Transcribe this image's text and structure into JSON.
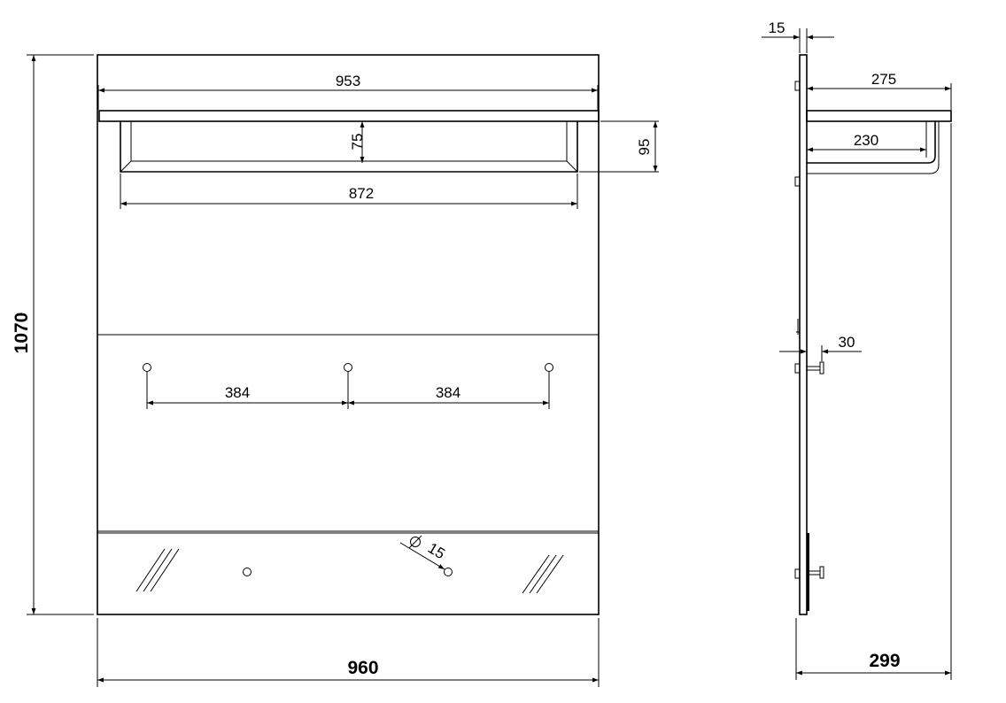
{
  "front_view": {
    "width_overall": "960",
    "height_overall": "1070",
    "shelf_length": "953",
    "rail_length": "872",
    "rail_drop": "75",
    "shelf_depth_height": "95",
    "hook_spacing_left": "384",
    "hook_spacing_right": "384",
    "hole_diameter": "15"
  },
  "side_view": {
    "panel_thickness": "15",
    "shelf_depth": "275",
    "rail_depth": "230",
    "hook_projection": "30",
    "depth_overall": "299"
  },
  "colors": {
    "line": "#000000",
    "background": "#ffffff"
  }
}
